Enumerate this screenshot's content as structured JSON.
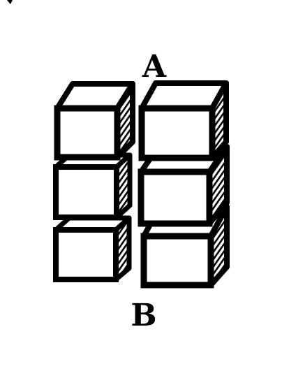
{
  "figure": {
    "top_label": "A",
    "bottom_label": "B",
    "ink_color": "#000000",
    "paper_color": "#ffffff",
    "left_column": [
      "cube",
      "cube",
      "cube"
    ],
    "right_column": [
      "cube",
      "cube",
      "cube"
    ]
  }
}
